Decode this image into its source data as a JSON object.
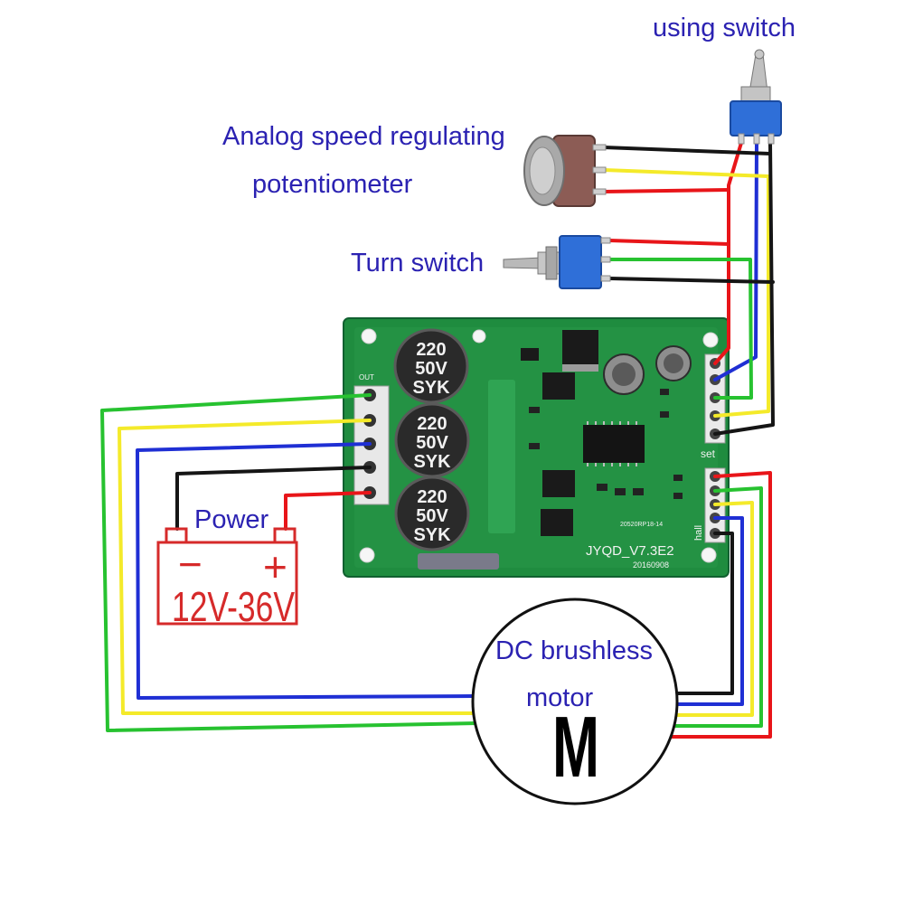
{
  "labels": {
    "using_switch": "using switch",
    "potentiometer_line1": "Analog speed regulating",
    "potentiometer_line2": "potentiometer",
    "turn_switch": "Turn switch",
    "power": "Power"
  },
  "battery": {
    "minus": "−",
    "plus": "+",
    "voltage": "12V-36V"
  },
  "motor": {
    "line1": "DC brushless",
    "line2": "motor",
    "symbol": "M"
  },
  "board": {
    "model": "JYQD_V7.3E2",
    "date": "20160908",
    "part_code": "20520RP18-14",
    "out_label": "OUT",
    "set_label": "set",
    "hall_label": "hall",
    "capacitors": [
      {
        "capacitance": "220",
        "voltage": "50V",
        "brand": "SYK"
      },
      {
        "capacitance": "220",
        "voltage": "50V",
        "brand": "SYK"
      },
      {
        "capacitance": "220",
        "voltage": "50V",
        "brand": "SYK"
      }
    ]
  },
  "colors": {
    "label_text": "#2b22b2",
    "battery": "#d62a2a",
    "motor_outline": "#111111",
    "pcb": "#1f8c3f",
    "switch_body": "#2f6fd8",
    "wire_red": "#e81519",
    "wire_green": "#27c230",
    "wire_yellow": "#f4ea2a",
    "wire_blue": "#1f2fd4",
    "wire_black": "#151515"
  }
}
